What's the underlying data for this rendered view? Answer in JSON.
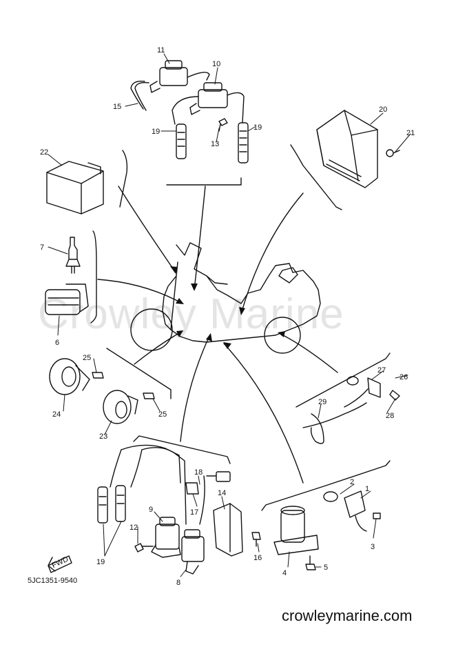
{
  "watermark": "Crowley Marine",
  "footer_url": "crowleymarine.com",
  "diagram_code": "5JC1351-9540",
  "fwd_label": "FWD",
  "callouts": [
    "1",
    "2",
    "3",
    "4",
    "5",
    "6",
    "7",
    "8",
    "9",
    "10",
    "11",
    "12",
    "13",
    "14",
    "15",
    "16",
    "17",
    "18",
    "19",
    "20",
    "21",
    "22",
    "23",
    "24",
    "25",
    "26",
    "27",
    "28",
    "29"
  ]
}
